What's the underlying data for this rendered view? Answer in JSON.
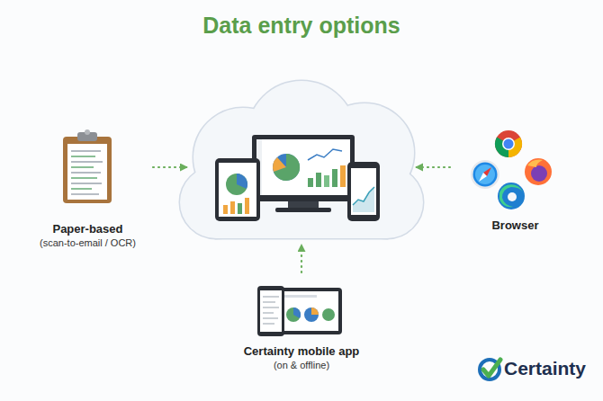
{
  "diagram": {
    "title": "Data entry options",
    "nodes": [
      {
        "text": [
          "Paper-based",
          "(scan-to-email / OCR)"
        ]
      },
      {
        "text": []
      },
      {
        "text": [
          "Browser"
        ]
      },
      {
        "text": [
          "Certainty mobile app",
          "(on & offline)"
        ]
      }
    ],
    "edges": [
      {
        "from": 0,
        "to": 1,
        "arrow": "to"
      },
      {
        "from": 2,
        "to": 1,
        "arrow": "to"
      },
      {
        "from": 3,
        "to": 1,
        "arrow": "to"
      }
    ],
    "labels": [
      "Certainty"
    ]
  }
}
